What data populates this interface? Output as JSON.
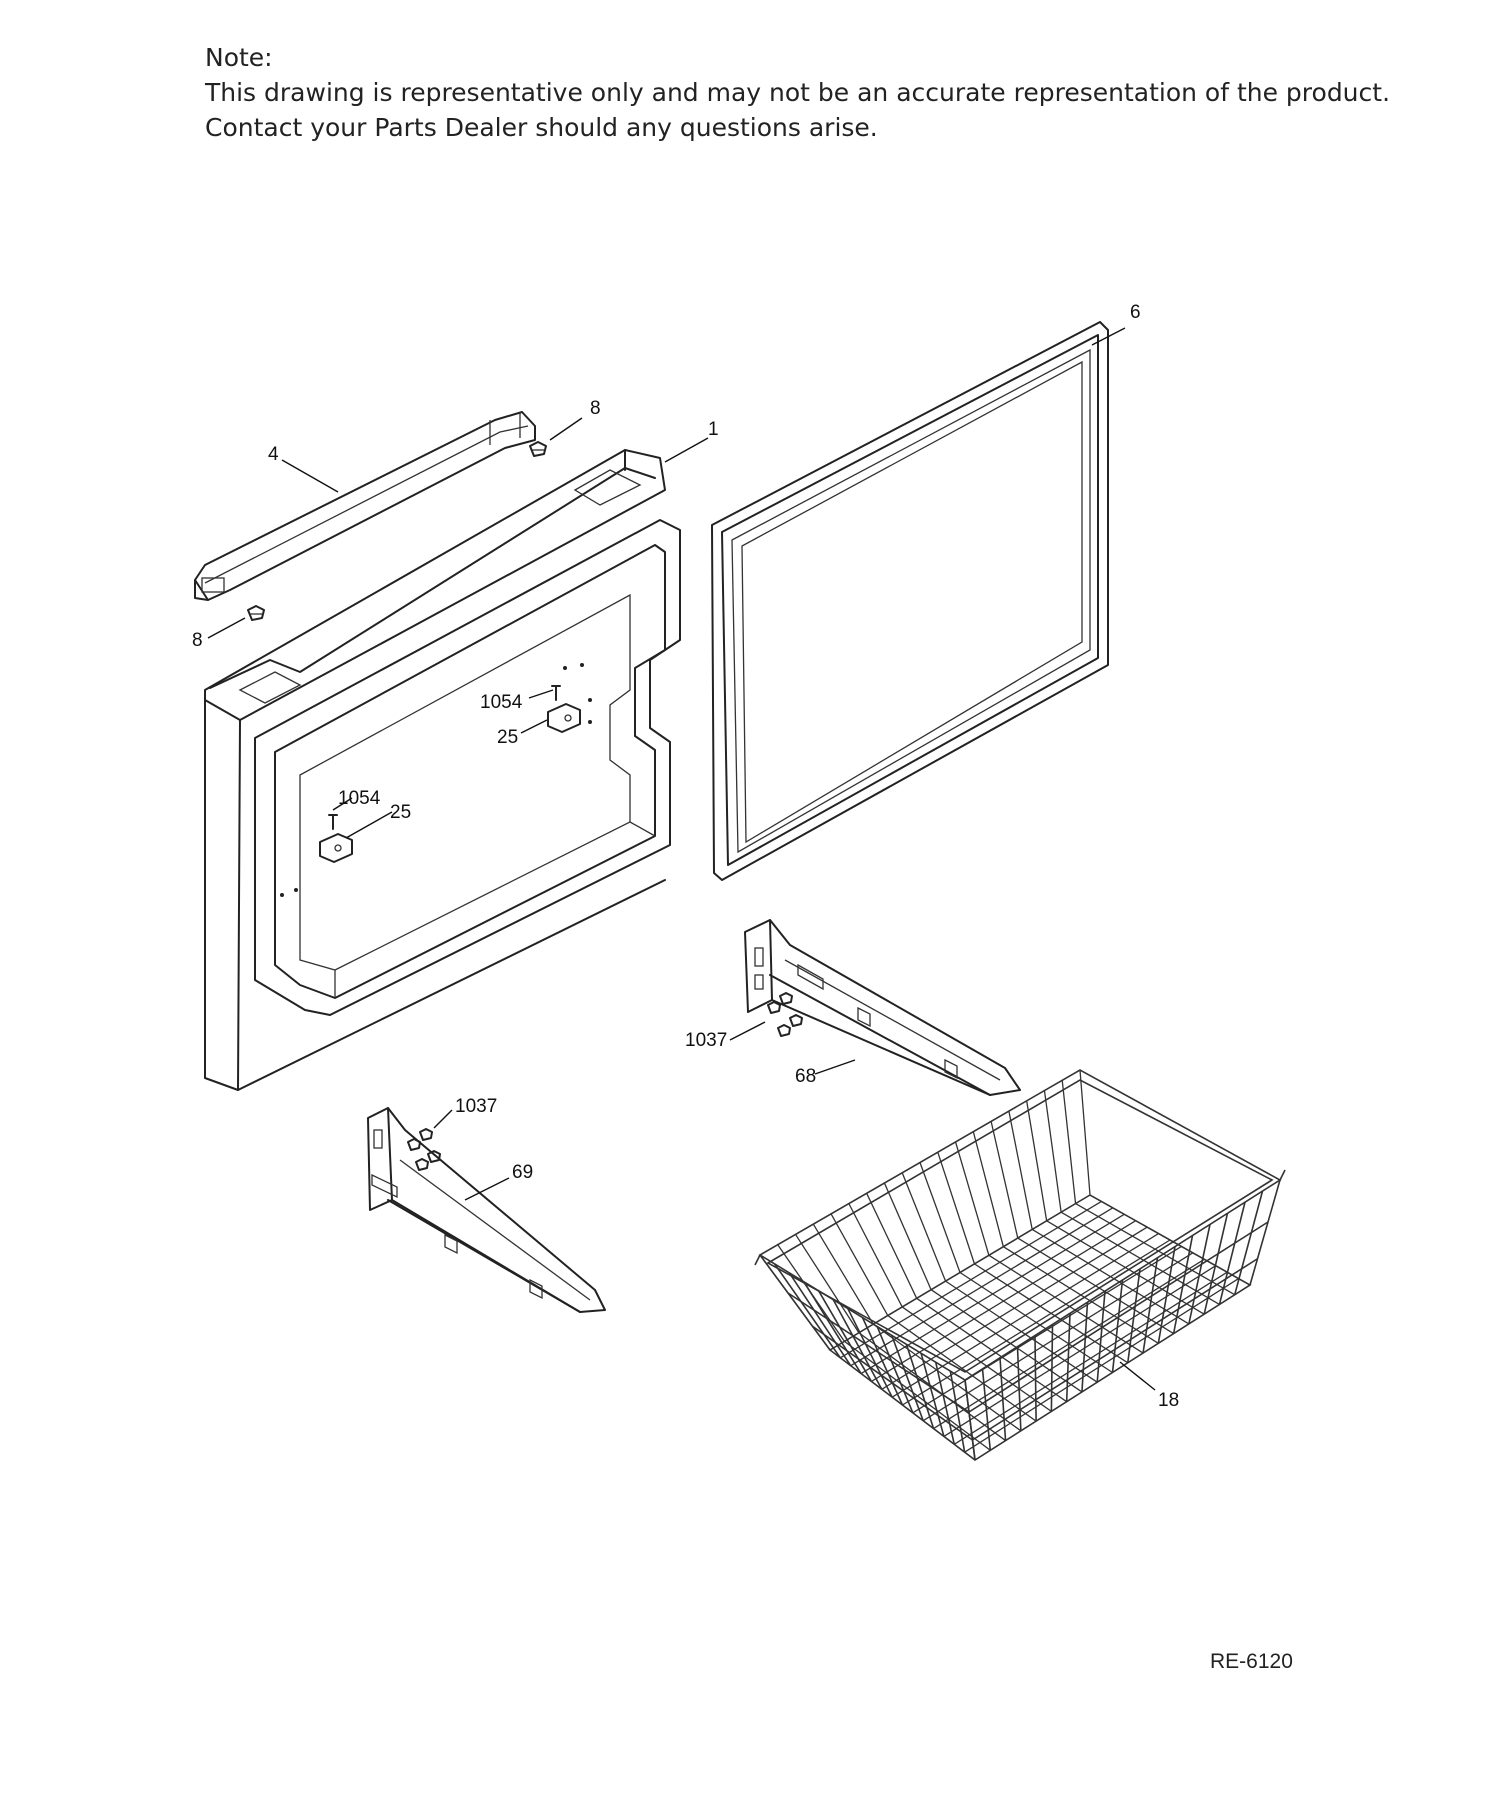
{
  "note": {
    "heading": "Note:",
    "line1": "This drawing is representative only and may not be an accurate representation of the product.",
    "line2": "Contact your Parts Dealer should any questions arise."
  },
  "callouts": {
    "p1": "1",
    "p4": "4",
    "p6": "6",
    "p8a": "8",
    "p8b": "8",
    "p1054a": "1054",
    "p25a": "25",
    "p1054b": "1054",
    "p25b": "25",
    "p1037a": "1037",
    "p68": "68",
    "p1037b": "1037",
    "p69": "69",
    "p18": "18"
  },
  "drawing_code": "RE-6120"
}
